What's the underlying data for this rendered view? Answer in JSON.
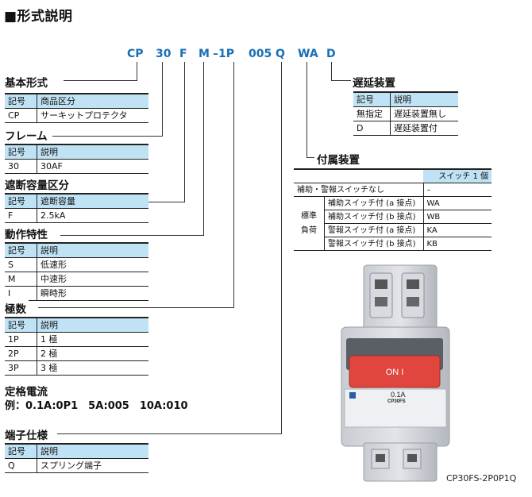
{
  "title": "■形式説明",
  "model_code": [
    "CP",
    "30",
    "F",
    "M",
    "–1P",
    "005",
    "Q",
    "WA",
    "D"
  ],
  "sections": {
    "kihon": {
      "heading": "基本形式",
      "header": [
        "記号",
        "商品区分"
      ],
      "rows": [
        [
          "CP",
          "サーキットプロテクタ"
        ]
      ]
    },
    "frame": {
      "heading": "フレーム",
      "header": [
        "記号",
        "説明"
      ],
      "rows": [
        [
          "30",
          "30AF"
        ]
      ]
    },
    "shadan": {
      "heading": "遮断容量区分",
      "header": [
        "記号",
        "遮断容量"
      ],
      "rows": [
        [
          "F",
          "2.5kA"
        ]
      ]
    },
    "dosa": {
      "heading": "動作特性",
      "header": [
        "記号",
        "説明"
      ],
      "rows": [
        [
          "S",
          "低速形"
        ],
        [
          "M",
          "中速形"
        ],
        [
          "I",
          "瞬時形"
        ]
      ]
    },
    "kyokusu": {
      "heading": "極数",
      "header": [
        "記号",
        "説明"
      ],
      "rows": [
        [
          "1P",
          "1 極"
        ],
        [
          "2P",
          "2 極"
        ],
        [
          "3P",
          "3 極"
        ]
      ]
    },
    "teikaku": {
      "heading": "定格電流",
      "example": "例：0.1A:0P1　5A:005　10A:010"
    },
    "tanshi": {
      "heading": "端子仕様",
      "header": [
        "記号",
        "説明"
      ],
      "rows": [
        [
          "Q",
          "スプリング端子"
        ]
      ]
    },
    "chien": {
      "heading": "遅延装置",
      "header": [
        "記号",
        "説明"
      ],
      "rows": [
        [
          "無指定",
          "遅延装置無し"
        ],
        [
          "D",
          "遅延装置付"
        ]
      ]
    },
    "fuzoku": {
      "heading": "付属装置",
      "col_header": "スイッチ 1 個",
      "none_label": "補助・警報スイッチなし",
      "none_value": "–",
      "group_label_1": "標準",
      "group_label_2": "負荷",
      "rows": [
        [
          "補助スイッチ付 (a 接点)",
          "WA"
        ],
        [
          "補助スイッチ付 (b 接点)",
          "WB"
        ],
        [
          "警報スイッチ付 (a 接点)",
          "KA"
        ],
        [
          "警報スイッチ付 (b 接点)",
          "KB"
        ]
      ]
    }
  },
  "product": {
    "button_label": "ON I",
    "rating": "0.1A",
    "model_small": "CP30FS",
    "caption": "CP30FS-2P0P1Q"
  },
  "colors": {
    "accent": "#1a6fb4",
    "header_bg": "#bfe2f4",
    "button_red": "#e0463e"
  }
}
